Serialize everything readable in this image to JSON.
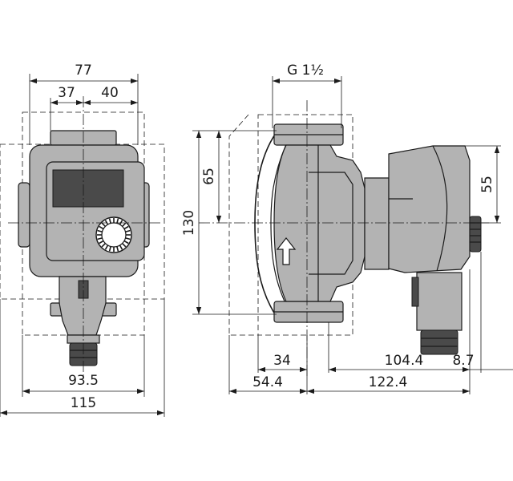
{
  "dimensions": {
    "front_top_total": "77",
    "front_top_left": "37",
    "front_top_right": "40",
    "front_bottom_inner": "93.5",
    "front_bottom_outer": "115",
    "side_thread": "G 1½",
    "side_height_total": "130",
    "side_height_half": "65",
    "side_motor_half": "55",
    "side_port_offset": "34",
    "side_left_depth": "54.4",
    "side_motor_length": "104.4",
    "side_knob_depth": "8.7",
    "side_right_depth": "122.4"
  },
  "colors": {
    "line": "#1a1a1a",
    "body_fill": "#b3b3b3",
    "dark_fill": "#4a4a4a",
    "background": "#ffffff"
  }
}
